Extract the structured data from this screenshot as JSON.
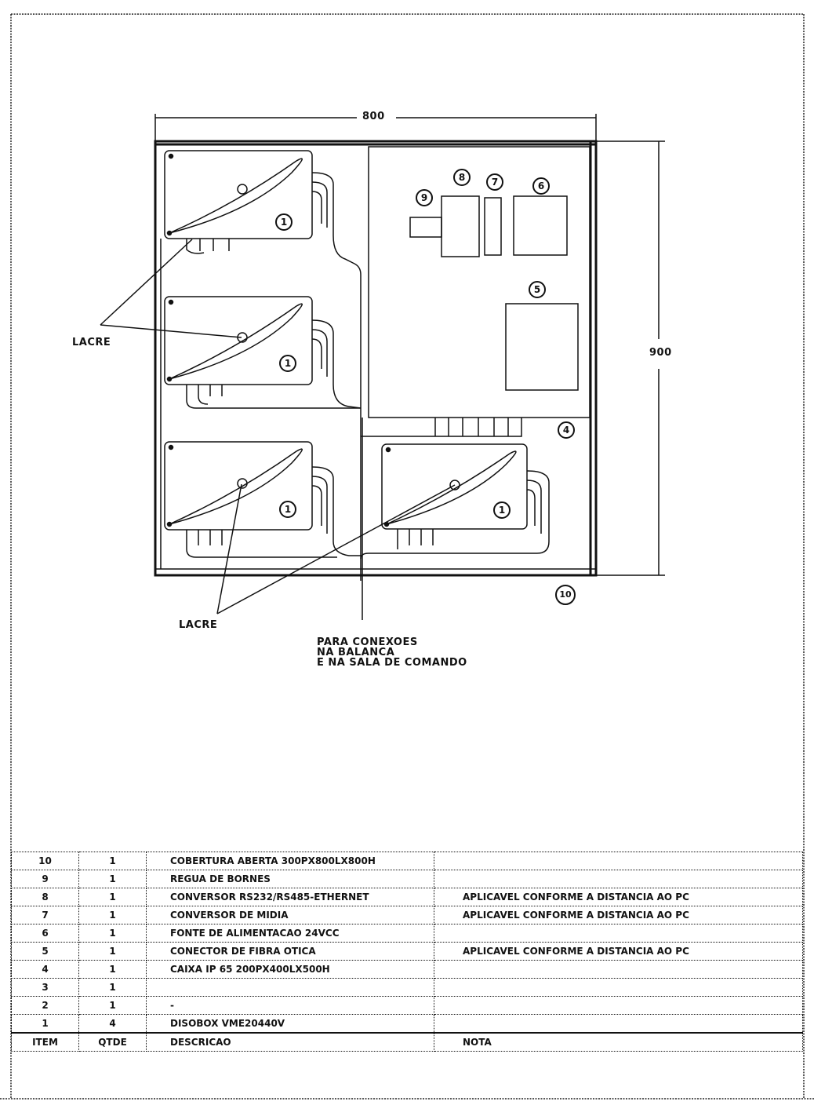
{
  "drawing": {
    "dim_width": "800",
    "dim_height": "900",
    "seal_label_top": "LACRE",
    "seal_label_bottom": "LACRE",
    "connections_note": [
      "PARA CONEXOES",
      "NA BALANCA",
      "E NA SALA DE COMANDO"
    ],
    "callouts": {
      "module_1a": "1",
      "module_1b": "1",
      "module_1c": "1",
      "module_1d": "1",
      "terminal_strip": "4",
      "media_converter_label": "5",
      "power_supply": "6",
      "fiber_connector": "7",
      "serial_converter": "8",
      "terminal_block": "9",
      "cover": "10"
    }
  },
  "bom": {
    "rows": [
      {
        "item": "10",
        "qtde": "1",
        "descricao": "COBERTURA ABERTA 300PX800LX800H",
        "nota": ""
      },
      {
        "item": "9",
        "qtde": "1",
        "descricao": "REGUA DE BORNES",
        "nota": ""
      },
      {
        "item": "8",
        "qtde": "1",
        "descricao": "CONVERSOR RS232/RS485-ETHERNET",
        "nota": "APLICAVEL CONFORME A DISTANCIA AO PC"
      },
      {
        "item": "7",
        "qtde": "1",
        "descricao": "CONVERSOR DE MIDIA",
        "nota": "APLICAVEL CONFORME A DISTANCIA AO PC"
      },
      {
        "item": "6",
        "qtde": "1",
        "descricao": "FONTE DE ALIMENTACAO 24VCC",
        "nota": ""
      },
      {
        "item": "5",
        "qtde": "1",
        "descricao": "CONECTOR DE FIBRA OTICA",
        "nota": "APLICAVEL CONFORME A DISTANCIA AO PC"
      },
      {
        "item": "4",
        "qtde": "1",
        "descricao": "CAIXA IP 65 200PX400LX500H",
        "nota": ""
      },
      {
        "item": "3",
        "qtde": "1",
        "descricao": "",
        "nota": ""
      },
      {
        "item": "2",
        "qtde": "1",
        "descricao": "-",
        "nota": ""
      },
      {
        "item": "1",
        "qtde": "4",
        "descricao": "DISOBOX VME20440V",
        "nota": ""
      }
    ],
    "headers": {
      "item": "ITEM",
      "qtde": "QTDE",
      "descricao": "DESCRICAO",
      "nota": "NOTA"
    }
  }
}
